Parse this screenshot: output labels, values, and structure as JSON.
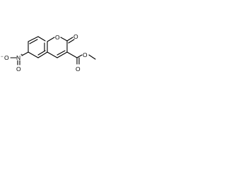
{
  "molecule": {
    "atoms": {
      "ring_oxygen": "O",
      "carbonyl_oxygen": "O",
      "nitro_nitrogen": "N",
      "nitro_nitrogen_charge": "+",
      "nitro_oxygen_left": "O",
      "nitro_oxygen_left_charge": "−",
      "nitro_oxygen_down": "O",
      "ester_carbonyl_oxygen": "O",
      "ester_oxygen": "O"
    }
  }
}
